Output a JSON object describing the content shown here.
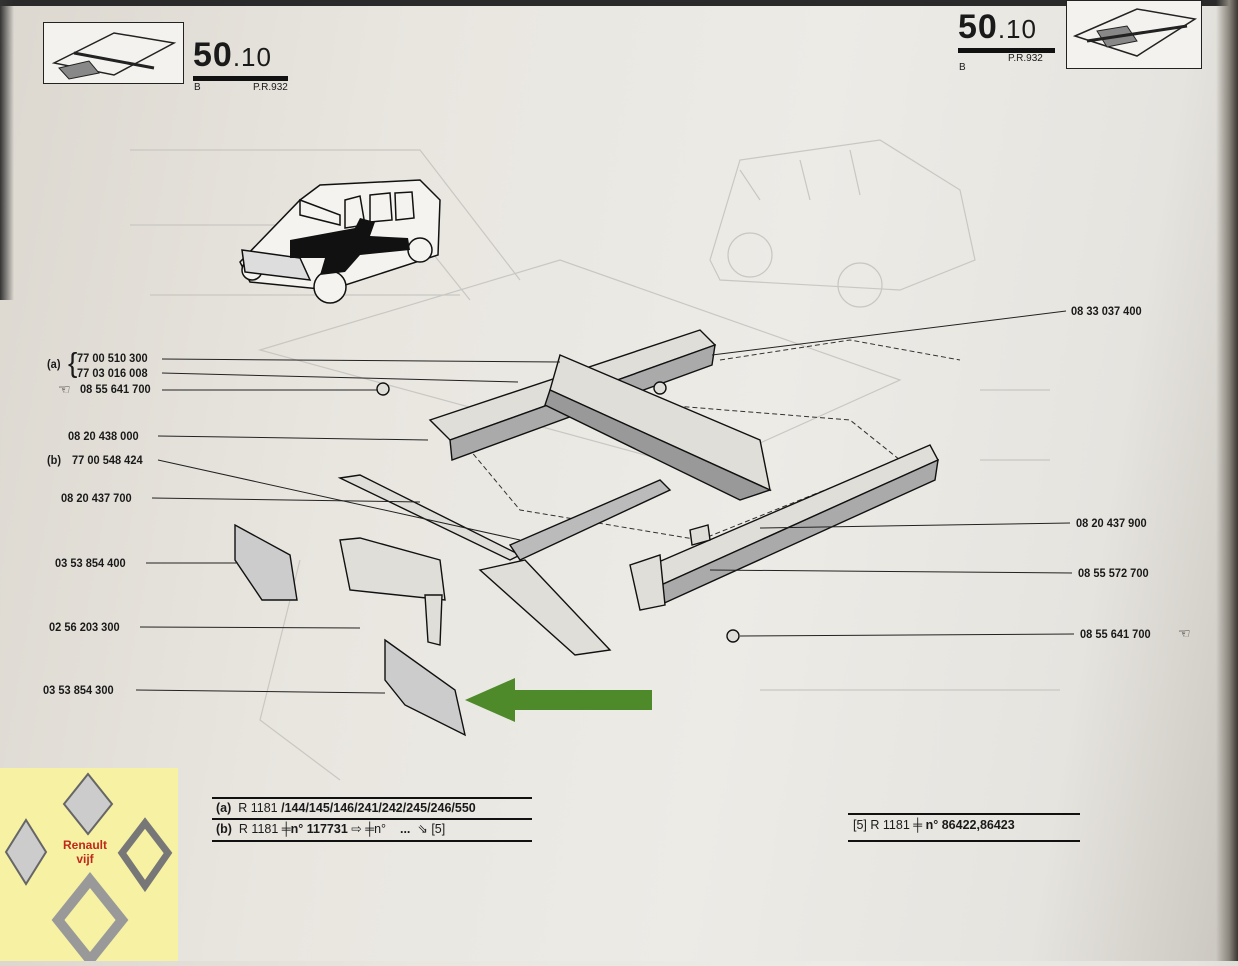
{
  "header_left": {
    "page_number_main": "50",
    "page_number_sub": ".10",
    "variant": "B",
    "reference": "P.R.932"
  },
  "header_right": {
    "page_number_main": "50",
    "page_number_sub": ".10",
    "variant": "B",
    "reference": "P.R.932"
  },
  "left_labels": [
    {
      "prefix": "(a)",
      "part": "77 00 510 300"
    },
    {
      "prefix": "",
      "part": "77 03 016 008"
    },
    {
      "icon": "pointing-hand-icon",
      "part": "08 55 641 700"
    },
    {
      "part": "08 20 438 000"
    },
    {
      "prefix": "(b)",
      "part": "77 00 548 424"
    },
    {
      "part": "08 20 437 700"
    },
    {
      "part": "03 53 854 400"
    },
    {
      "part": "02 56 203 300"
    },
    {
      "part": "03 53 854 300"
    }
  ],
  "right_labels": [
    {
      "part": "08 33 037 400"
    },
    {
      "part": "08 20 437 900"
    },
    {
      "part": "08 55 572 700"
    },
    {
      "part": "08 55 641 700",
      "icon": "pointing-hand-icon"
    }
  ],
  "notes": {
    "a": {
      "prefix": "(a)",
      "model": "R 1181",
      "variants": "/144/145/146/241/242/245/246/550"
    },
    "b": {
      "prefix": "(b)",
      "model": "R 1181",
      "from_label": "n° 117731",
      "to_label": "n°",
      "ellipsis": "...",
      "ref": "[5]"
    },
    "five": {
      "prefix": "[5]",
      "model": "R 1181",
      "numbers": "n° 86422,86423"
    }
  },
  "watermark": {
    "text_line1": "Renault",
    "text_line2": "vijf",
    "logo_text": "RENAULT"
  },
  "colors": {
    "highlight_arrow": "#4e8a2a",
    "logo_bg": "#f6f1a3",
    "logo_text": "#c0281c"
  }
}
